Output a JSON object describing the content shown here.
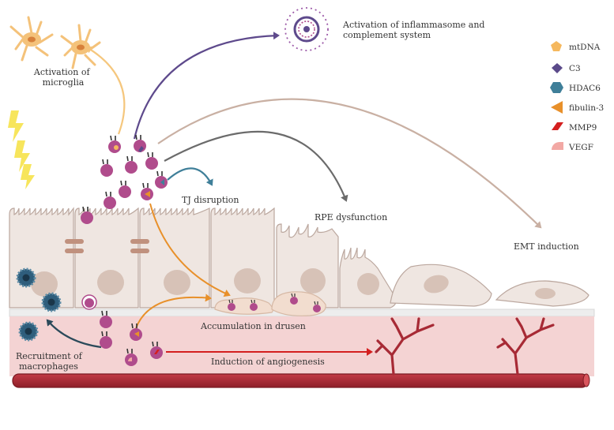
{
  "labels": {
    "microglia": [
      "Activation of",
      "microglia"
    ],
    "inflammasome": [
      "Activation of inflammasome and",
      "complement system"
    ],
    "tj": "TJ disruption",
    "rpe": "RPE dysfunction",
    "emt": "EMT induction",
    "drusen": "Accumulation in drusen",
    "macrophages": [
      "Recruitment of",
      "macrophages"
    ],
    "angiogenesis": "Induction of angiogenesis"
  },
  "legend": [
    {
      "label": "mtDNA",
      "icon": "pentagon",
      "color": "#f5b85e"
    },
    {
      "label": "C3",
      "icon": "diamond",
      "color": "#5b4a8a"
    },
    {
      "label": "HDAC6",
      "icon": "hexagon",
      "color": "#3f7f99"
    },
    {
      "label": "fibulin-3",
      "icon": "triangle",
      "color": "#e8902a"
    },
    {
      "label": "MMP9",
      "icon": "parallelogram",
      "color": "#d41f1f"
    },
    {
      "label": "VEGF",
      "icon": "quarter-circle",
      "color": "#f2a8a4"
    }
  ],
  "colors": {
    "cell_fill": "#efe6e1",
    "cell_stroke": "#bba79e",
    "nucleus": "#d7c2b7",
    "vesicle": "#b04c8c",
    "choroid": "#f4d3d3",
    "vessel": "#a72a35",
    "arrow_microglia": "#f5c77e",
    "arrow_inflammasome": "#5e4a8c",
    "arrow_rpe": "#6b6b6b",
    "arrow_emt": "#c9b0a3",
    "arrow_tj": "#3f7f99",
    "arrow_drusen": "#e8902a",
    "arrow_macrophage": "#2b4a5a",
    "arrow_angiogenesis": "#d41f1f",
    "microglia": "#f4c27a",
    "macrophage": "#2f5e7c",
    "lightning": "#f7e55c"
  }
}
